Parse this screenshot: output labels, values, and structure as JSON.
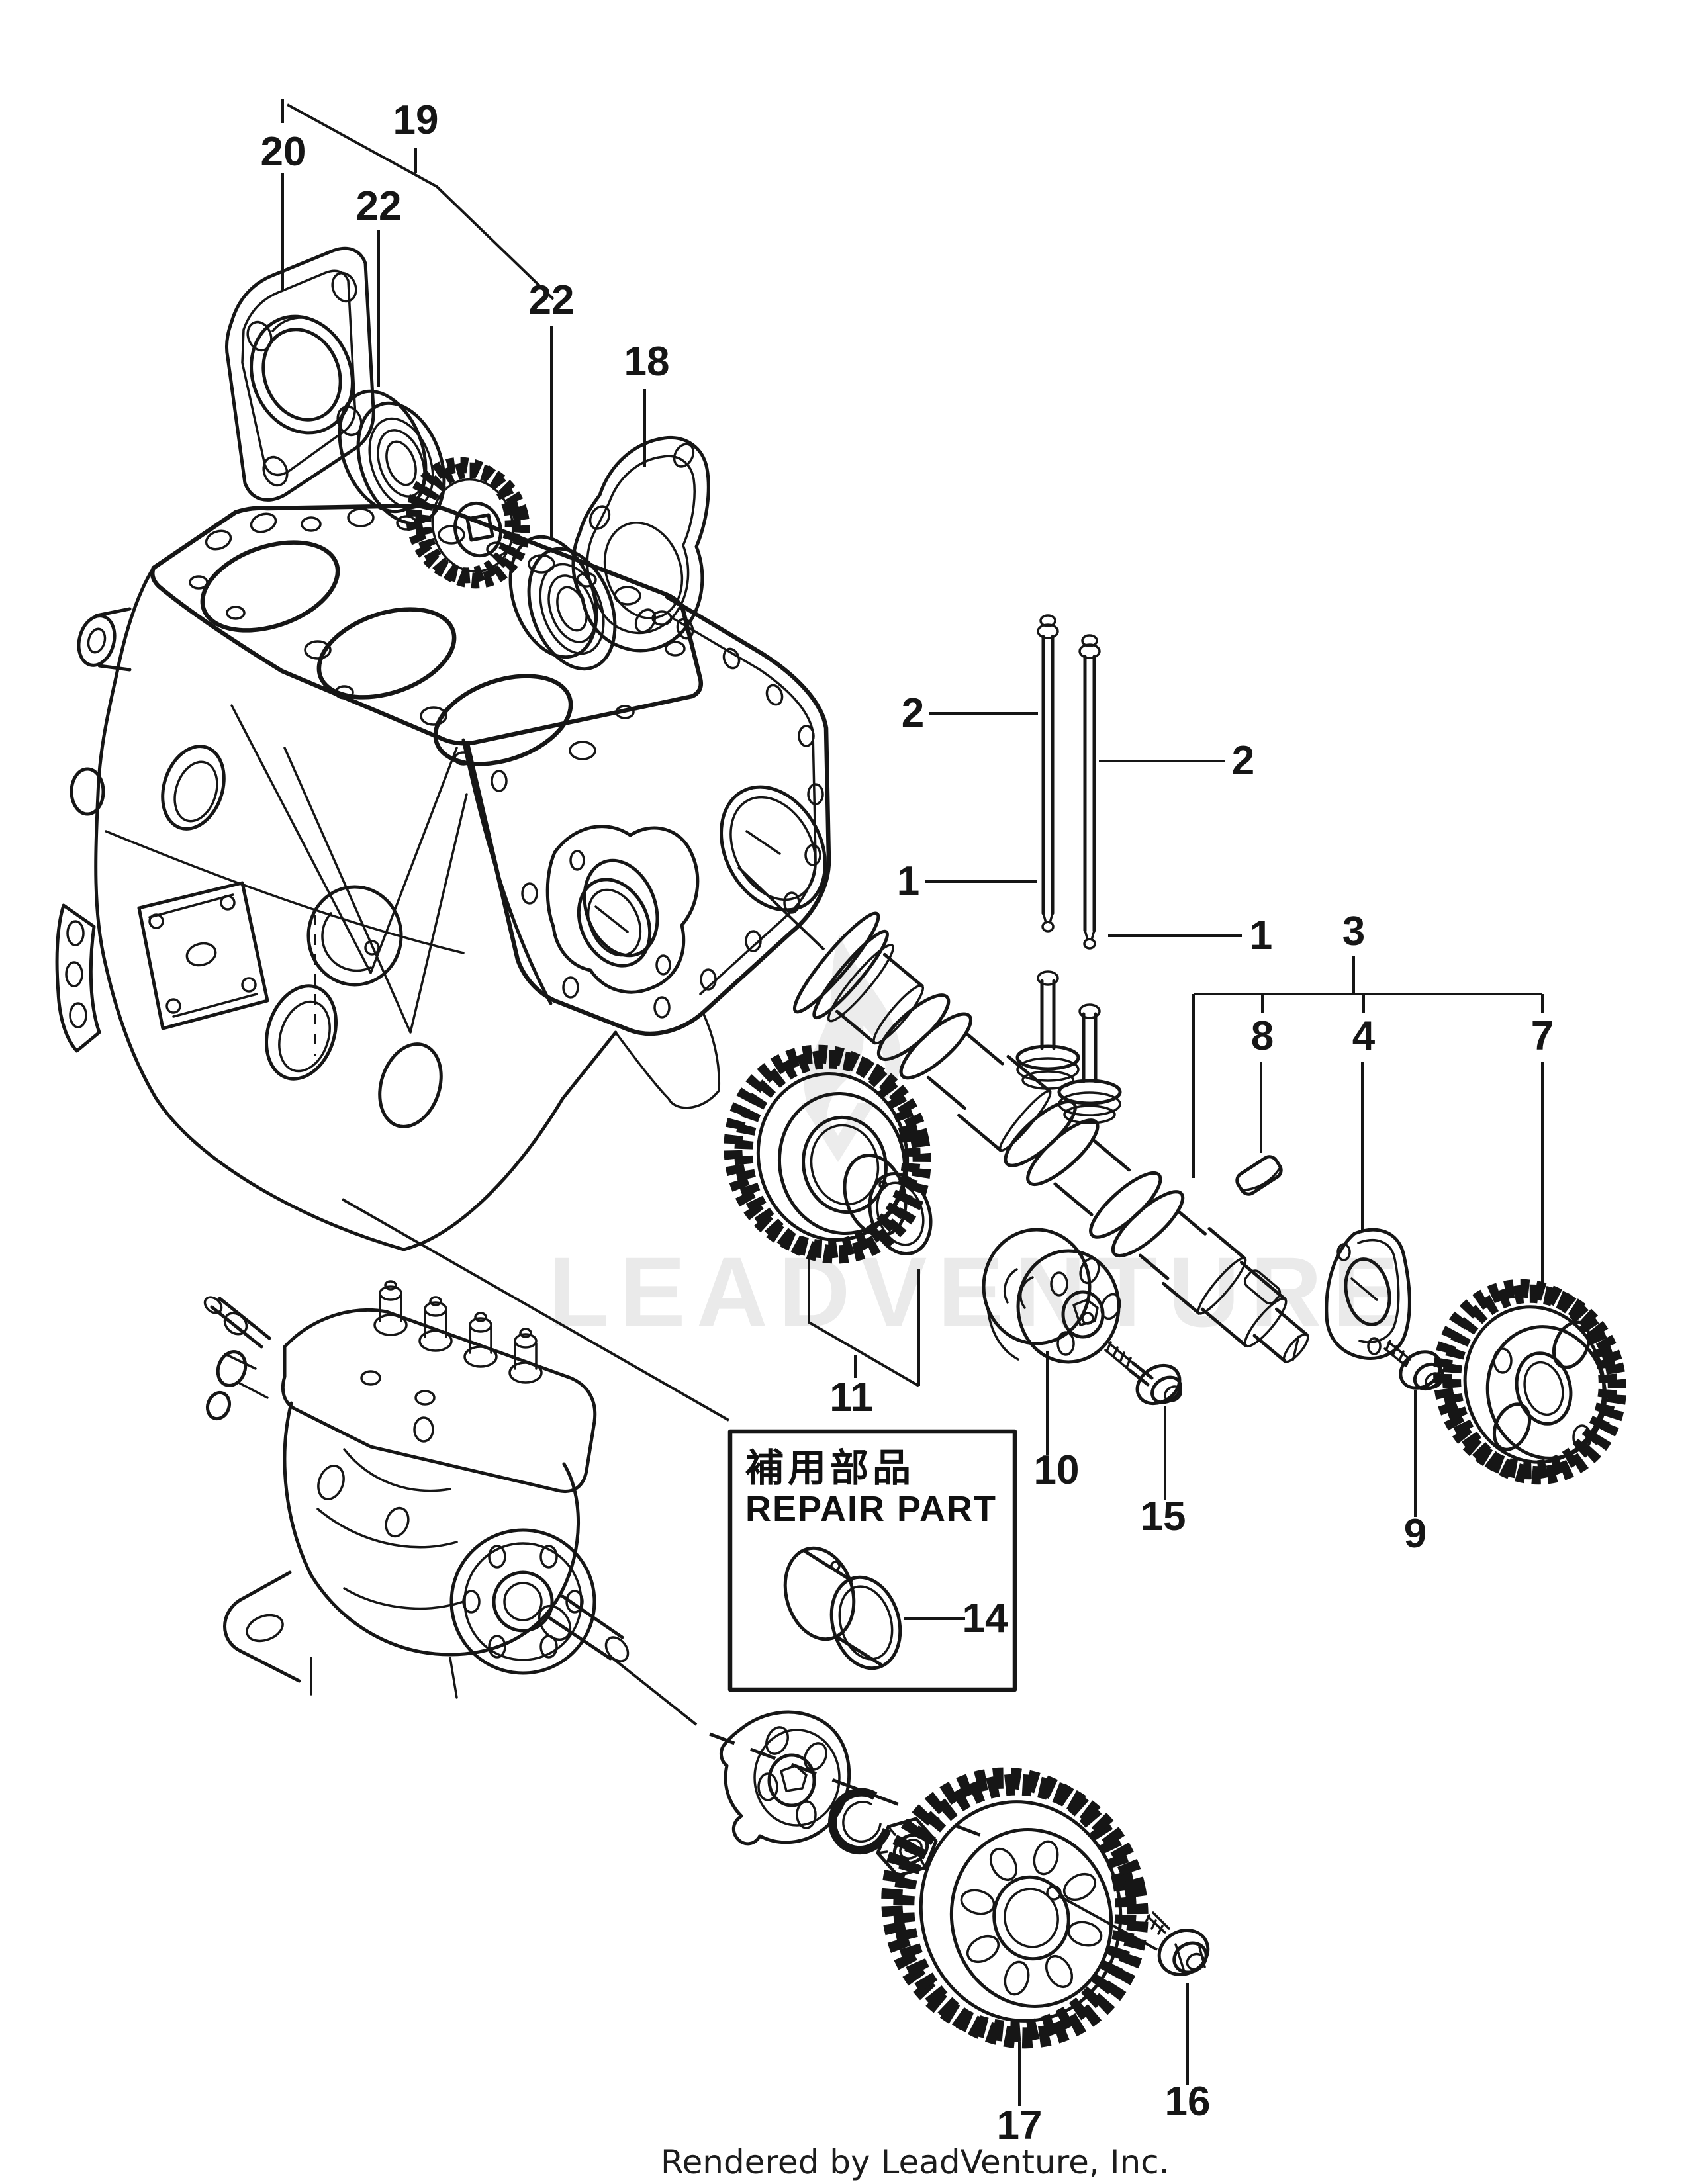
{
  "credit": "Rendered by LeadVenture, Inc.",
  "watermark": {
    "text": "LEADVENTURE"
  },
  "repair_box": {
    "title_jp": "補用部品",
    "title_en": "REPAIR PART"
  },
  "callouts": {
    "c20": "20",
    "c19": "19",
    "c22a": "22",
    "c22b": "22",
    "c18": "18",
    "c2a": "2",
    "c2b": "2",
    "c1a": "1",
    "c1b": "1",
    "c3": "3",
    "c8": "8",
    "c4": "4",
    "c7": "7",
    "c11": "11",
    "c10": "10",
    "c15": "15",
    "c9": "9",
    "c14": "14",
    "c16": "16",
    "c17": "17"
  },
  "colors": {
    "line": "#161616",
    "watermark_gray": "#eaeaea",
    "background": "#ffffff"
  }
}
